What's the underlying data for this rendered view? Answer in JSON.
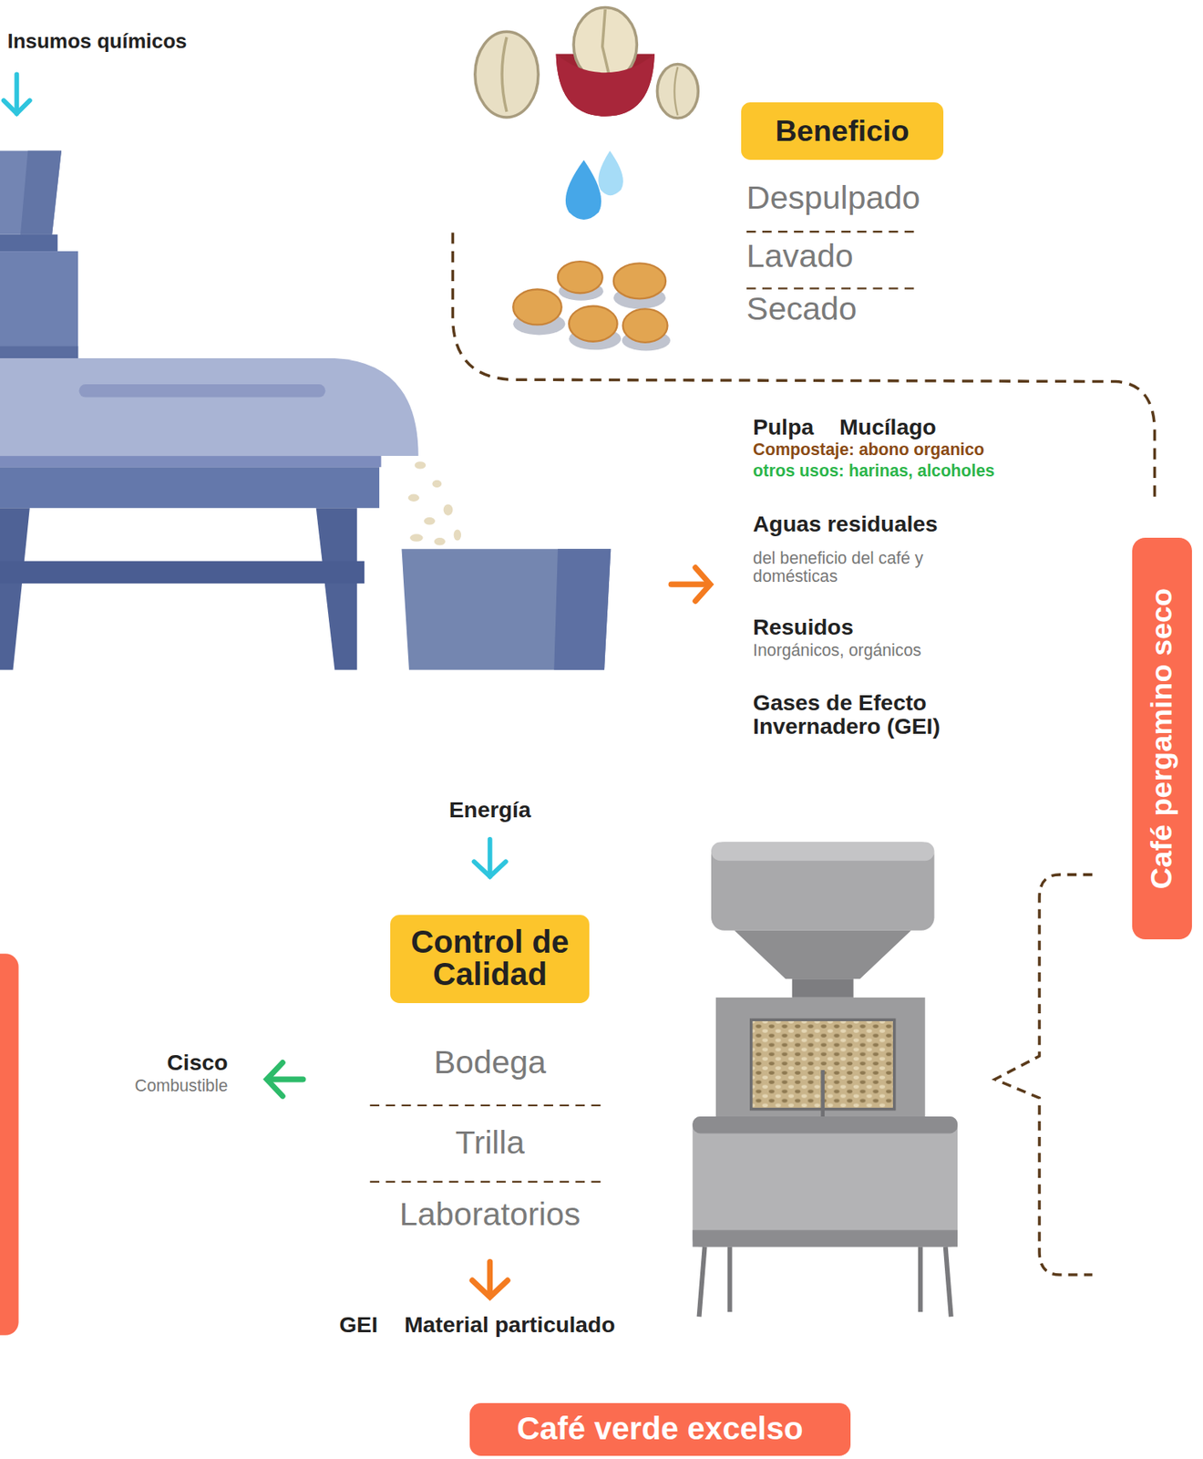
{
  "diagram": {
    "nodes": [
      {
        "text": [
          "Beneficio"
        ]
      },
      {
        "text": [
          "Café pergamino seco"
        ]
      },
      {
        "text": [
          "Control de Calidad"
        ]
      },
      {
        "text": [
          "Café verde excelso"
        ]
      }
    ],
    "labels": [
      "Insumos químicos",
      "Despulpado",
      "Lavado",
      "Secado",
      "Pulpa",
      "Mucílago",
      "Compostaje: abono organico",
      "otros usos: harinas, alcoholes",
      "Aguas residuales",
      "del beneficio del café y domésticas",
      "Resuidos",
      "Inorgánicos, orgánicos",
      "Gases de Efecto Invernadero (GEI)",
      "Energía",
      "Bodega",
      "Trilla",
      "Laboratorios",
      "Cisco",
      "Combustible",
      "GEI",
      "Material particulado"
    ]
  }
}
